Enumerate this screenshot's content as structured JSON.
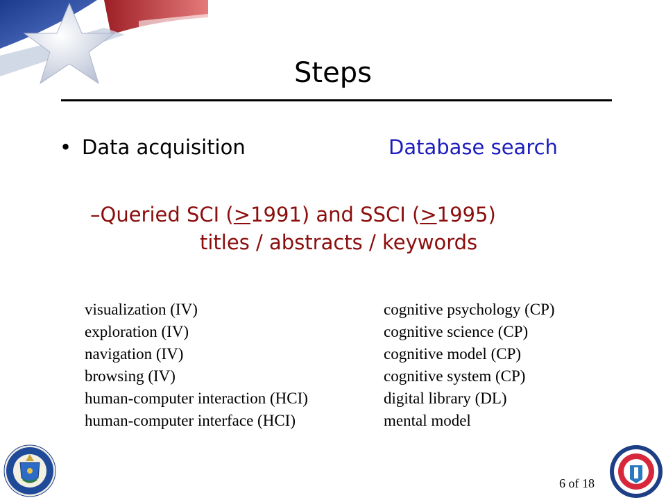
{
  "slide": {
    "title": "Steps",
    "bullet": {
      "label": "Data acquisition",
      "right_label": "Database search",
      "sub_prefix": "Queried SCI (",
      "sub_ge1": ">",
      "sub_mid": "1991) and SSCI (",
      "sub_ge2": ">",
      "sub_suffix": "1995)",
      "sub_line2": "titles / abstracts / keywords"
    },
    "keywords_left": [
      "visualization (IV)",
      "exploration (IV)",
      "navigation (IV)",
      "browsing (IV)",
      "human-computer interaction (HCI)",
      "human-computer interface (HCI)"
    ],
    "keywords_right": [
      "cognitive psychology (CP)",
      "cognitive science (CP)",
      "cognitive model (CP)",
      "cognitive system (CP)",
      "digital library (DL)",
      "mental model"
    ],
    "page_number": "6 of 18"
  },
  "colors": {
    "accent_blue": "#1c1cbf",
    "sub_red": "#8b0d0d",
    "banner_blue": "#1f3f8f",
    "banner_red": "#b5282c"
  },
  "icons": {
    "top_left": "star-banner-graphic",
    "bottom_left": "doe-seal-logo",
    "bottom_right": "sandia-50-years-logo"
  }
}
